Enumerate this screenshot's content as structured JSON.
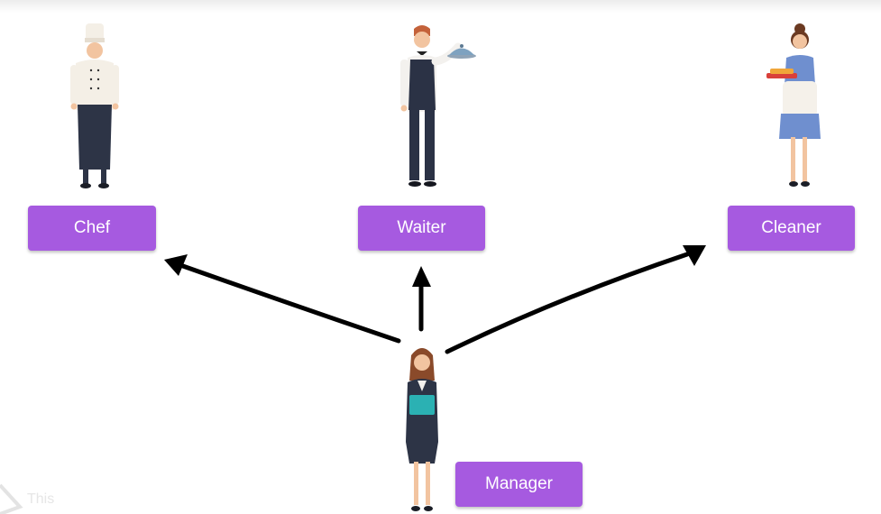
{
  "colors": {
    "accent": "#a65ae0",
    "arrow": "#000000"
  },
  "diagram": {
    "top_roles": [
      {
        "id": "chef",
        "label": "Chef",
        "icon": "chef-illustration"
      },
      {
        "id": "waiter",
        "label": "Waiter",
        "icon": "waiter-illustration"
      },
      {
        "id": "cleaner",
        "label": "Cleaner",
        "icon": "cleaner-illustration"
      }
    ],
    "source_role": {
      "id": "manager",
      "label": "Manager",
      "icon": "manager-illustration"
    },
    "edges": [
      {
        "from": "manager",
        "to": "chef"
      },
      {
        "from": "manager",
        "to": "waiter"
      },
      {
        "from": "manager",
        "to": "cleaner"
      }
    ]
  },
  "watermark": {
    "text": "This"
  }
}
